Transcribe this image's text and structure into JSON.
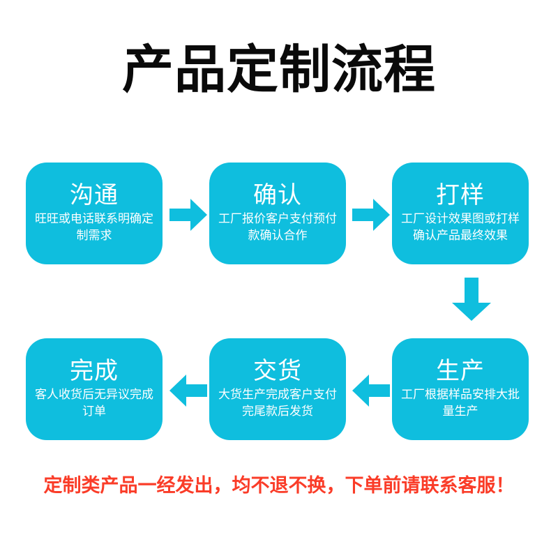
{
  "page": {
    "title": "产品定制流程",
    "background_color": "#ffffff",
    "accent_color": "#0fbede",
    "notice_color": "#fa3c28",
    "title_color": "#0a0a0a",
    "box_text_color": "#ffffff"
  },
  "steps": [
    {
      "id": "step-1",
      "name": "沟通",
      "description": "旺旺或电话联系明确定制需求",
      "row": 1,
      "column": 1
    },
    {
      "id": "step-2",
      "name": "确认",
      "description": "工厂报价客户支付预付款确认合作",
      "row": 1,
      "column": 2
    },
    {
      "id": "step-3",
      "name": "打样",
      "description": "工厂设计效果图或打样确认产品最终效果",
      "row": 1,
      "column": 3
    },
    {
      "id": "step-4",
      "name": "生产",
      "description": "工厂根据样品安排大批量生产",
      "row": 2,
      "column": 3
    },
    {
      "id": "step-5",
      "name": "交货",
      "description": "大货生产完成客户支付完尾款后发货",
      "row": 2,
      "column": 2
    },
    {
      "id": "step-6",
      "name": "完成",
      "description": "客人收货后无异议完成订单",
      "row": 2,
      "column": 1
    }
  ],
  "arrows": [
    {
      "id": "arrow-1",
      "direction": "right",
      "from": "step-1",
      "to": "step-2"
    },
    {
      "id": "arrow-2",
      "direction": "right",
      "from": "step-2",
      "to": "step-3"
    },
    {
      "id": "arrow-3",
      "direction": "down",
      "from": "step-3",
      "to": "step-4"
    },
    {
      "id": "arrow-4",
      "direction": "left",
      "from": "step-4",
      "to": "step-5"
    },
    {
      "id": "arrow-5",
      "direction": "left",
      "from": "step-5",
      "to": "step-6"
    }
  ],
  "notice": {
    "text": "定制类产品一经发出，均不退不换，下单前请联系客服！"
  }
}
